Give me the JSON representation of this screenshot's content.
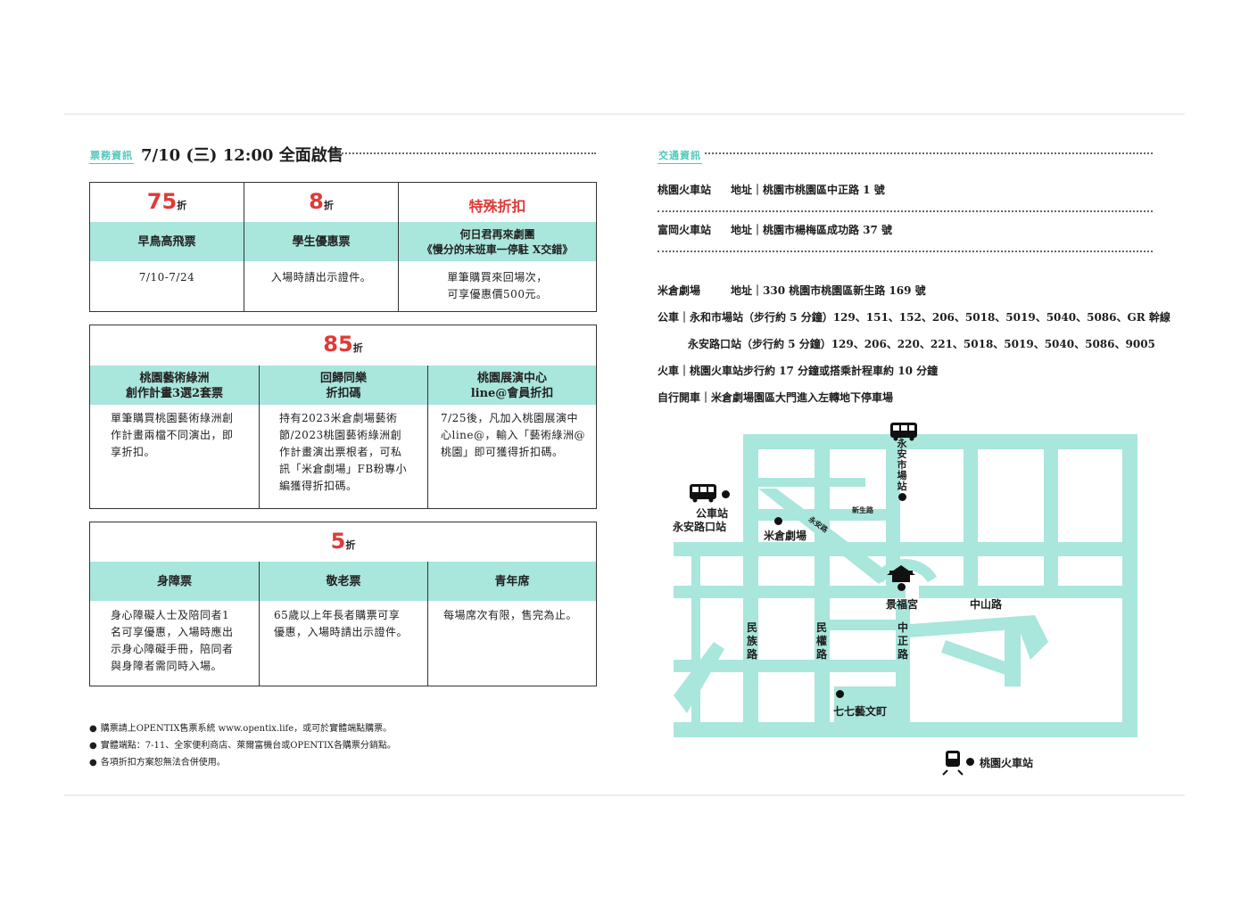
{
  "ticket": {
    "tag": "票務資訊",
    "title": "7/10 (三) 12:00 全面啟售",
    "group1": {
      "cols": [
        {
          "disc_num": "75",
          "disc_unit": "折",
          "head": "早鳥高飛票",
          "body": "7/10-7/24"
        },
        {
          "disc_num": "8",
          "disc_unit": "折",
          "head": "學生優惠票",
          "body": "入場時請出示證件。"
        },
        {
          "disc_text": "特殊折扣",
          "head1": "何日君再來劇團",
          "head2": "《慢分的末班車一停駐 X交錯》",
          "body1": "單筆購買來回場次，",
          "body2": "可享優惠價500元。"
        }
      ]
    },
    "group2": {
      "disc_num": "85",
      "disc_unit": "折",
      "cols": [
        {
          "head1": "桃園藝術綠洲",
          "head2": "創作計畫3選2套票",
          "body": [
            "單筆購買桃園藝術綠洲創",
            "作計畫兩檔不同演出，即",
            "享折扣。"
          ]
        },
        {
          "head1": "回歸同樂",
          "head2": "折扣碼",
          "body": [
            "持有2023米倉劇場藝術",
            "節/2023桃園藝術綠洲創",
            "作計畫演出票根者，可私",
            "訊「米倉劇場」FB粉專小",
            "編獲得折扣碼。"
          ]
        },
        {
          "head1": "桃園展演中心",
          "head2": "line@會員折扣",
          "body": [
            "7/25後，凡加入桃園展演中",
            "心line@，輸入「藝術綠洲@",
            "桃園」即可獲得折扣碼。"
          ]
        }
      ]
    },
    "group3": {
      "disc_num": "5",
      "disc_unit": "折",
      "cols": [
        {
          "head": "身障票",
          "body": [
            "身心障礙人士及陪同者1",
            "名可享優惠，入場時應出",
            "示身心障礙手冊，陪同者",
            "與身障者需同時入場。"
          ]
        },
        {
          "head": "敬老票",
          "body": [
            "65歲以上年長者購票可享",
            "優惠，入場時請出示證件。"
          ]
        },
        {
          "head": "青年席",
          "body": [
            "每場席次有限，售完為止。"
          ]
        }
      ]
    },
    "notes": [
      "購票請上OPENTIX售票系統 www.opentix.life，或可於實體端點購票。",
      "實體端點：7-11、全家便利商店、萊爾富機台或OPENTIX各購票分銷點。",
      "各項折扣方案恕無法合併使用。"
    ]
  },
  "traffic": {
    "tag": "交通資訊",
    "stations": [
      {
        "name": "桃園火車站",
        "addr": "地址｜桃園市桃園區中正路 1 號"
      },
      {
        "name": "富岡火車站",
        "addr": "地址｜桃園市楊梅區成功路 37 號"
      },
      {
        "name": "米倉劇場",
        "addr": "地址｜330 桃園市桃園區新生路 169 號"
      }
    ],
    "lines": [
      "公車｜永和市場站（步行約 5 分鐘）129、151、152、206、5018、5019、5040、5086、GR 幹線",
      "永安路口站（步行約 5 分鐘）129、206、220、221、5018、5019、5040、5086、9005",
      "火車｜桃園火車站步行約 17 分鐘或搭乘計程車約 10 分鐘",
      "自行開車｜米倉劇場園區大門進入左轉地下停車場"
    ]
  },
  "map": {
    "color": "#a9e6dc",
    "bus_stop_1": "永安市場站",
    "bus_stop_2_line1": "公車站",
    "bus_stop_2_line2": "永安路口站",
    "theater": "米倉劇場",
    "road_xinsheng": "新生路",
    "road_yongan": "永安路",
    "temple": "景福宮",
    "road_zhongshan": "中山路",
    "road_minzu": "民族路",
    "road_minquan": "民權路",
    "road_zhongzheng": "中正路",
    "qiqi": "七七藝文町",
    "train_station": "桃園火車站"
  },
  "colors": {
    "accent": "#50c8b8",
    "discount_red": "#e03a37",
    "band": "#a9e6dc"
  }
}
